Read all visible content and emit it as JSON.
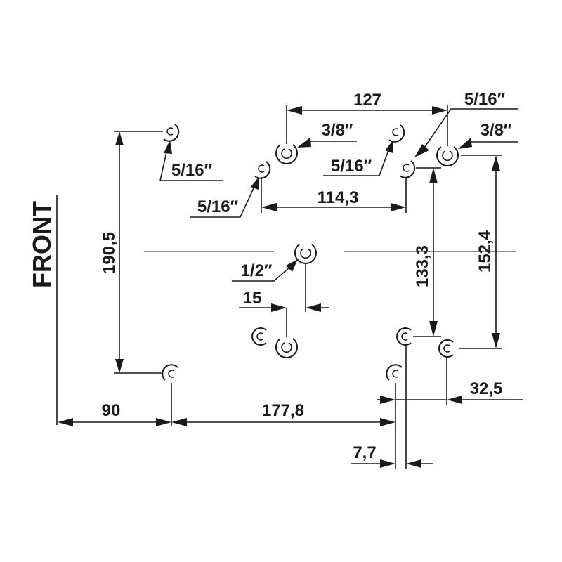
{
  "side_label": "FRONT",
  "dimensions": {
    "d90": "90",
    "d177_8": "177,8",
    "d190_5": "190,5",
    "d127": "127",
    "d114_3": "114,3",
    "d133_3": "133,3",
    "d152_4": "152,4",
    "d15": "15",
    "d32_5": "32,5",
    "d7_7": "7,7"
  },
  "hole_sizes": {
    "h5_16_a": "5/16″",
    "h5_16_b": "5/16″",
    "h3_8_a": "3/8″",
    "h5_16_c": "5/16″",
    "h5_16_d": "5/16″",
    "h3_8_b": "3/8″",
    "h1_2": "1/2″"
  }
}
